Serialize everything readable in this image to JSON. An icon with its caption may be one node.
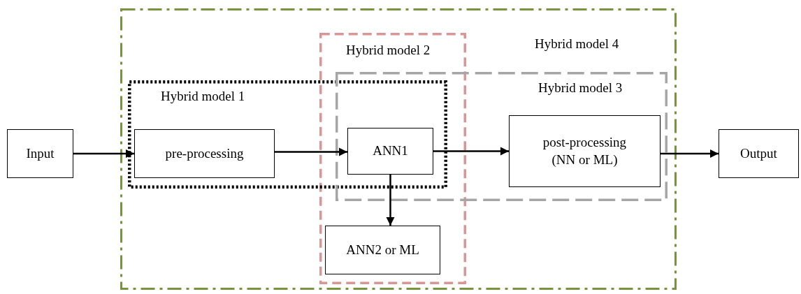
{
  "diagram": {
    "nodes": [
      {
        "text": [
          "Input"
        ]
      },
      {
        "text": [
          "Hybrid model 4"
        ]
      },
      {
        "text": [
          "Hybrid model 2"
        ],
        "in": 1
      },
      {
        "text": [
          "Hybrid model 1"
        ],
        "in": 1
      },
      {
        "text": [
          "pre-processing"
        ],
        "in": 3
      },
      {
        "text": [
          "Hybrid model 3"
        ],
        "in": 1
      },
      {
        "text": [
          "ANN1"
        ]
      },
      {
        "text": [
          "post-processing (NN or ML)"
        ],
        "in": 5
      },
      {
        "text": [
          "ANN2 or ML"
        ],
        "in": 2
      },
      {
        "text": [
          "Output"
        ]
      }
    ],
    "edges": [
      {
        "from": 0,
        "to": 4,
        "arrow": "to"
      },
      {
        "from": 4,
        "to": 6,
        "arrow": "to"
      },
      {
        "from": 6,
        "to": 8,
        "arrow": "to"
      },
      {
        "from": 6,
        "to": 7,
        "arrow": "to"
      },
      {
        "from": 7,
        "to": 9,
        "arrow": "to"
      }
    ]
  }
}
